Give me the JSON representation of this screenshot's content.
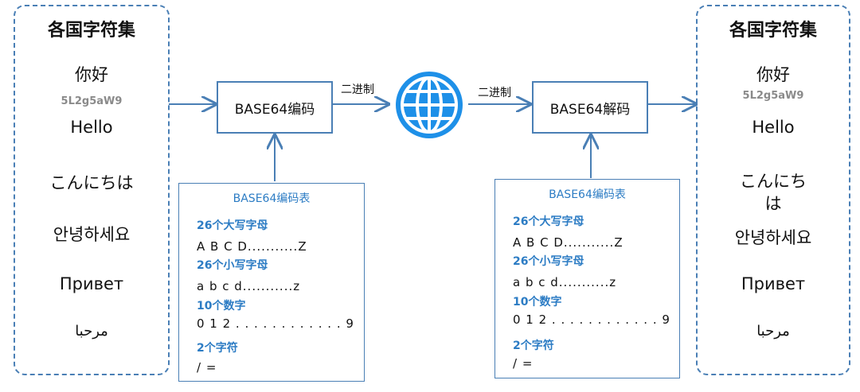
{
  "left_charset": {
    "title": "各国字符集",
    "items": [
      "你好",
      "5L2g5aW9",
      "Hello",
      "こんにちは",
      "안녕하세요",
      "Привет",
      "مرحبا"
    ]
  },
  "right_charset": {
    "title": "各国字符集",
    "items": [
      "你好",
      "5L2g5aW9",
      "Hello",
      "こんにち",
      "は",
      "안녕하세요",
      "Привет",
      "مرحبا"
    ]
  },
  "encode_box": {
    "label": "BASE64编码"
  },
  "decode_box": {
    "label": "BASE64解码"
  },
  "edge_labels": {
    "to_network": "二进制",
    "from_network": "二进制"
  },
  "globe": {
    "icon": "globe-icon",
    "color": "#1e90e8"
  },
  "encode_table": {
    "title": "BASE64编码表",
    "upper_head": "26个大写字母",
    "upper_row": "A  B  C  D...........Z",
    "lower_head": "26个小写字母",
    "lower_row": "a  b  c  d...........z",
    "digit_head": "10个数字",
    "digit_row": "0 1 2 . . . . . . . . . . . . 9",
    "symbol_head": "2个字符",
    "symbol_row": "/ ="
  },
  "decode_table": {
    "title": "BASE64编码表",
    "upper_head": "26个大写字母",
    "upper_row": "A  B  C  D...........Z",
    "lower_head": "26个小写字母",
    "lower_row": "a  b  c  d...........z",
    "digit_head": "10个数字",
    "digit_row": "0 1 2 . . . . . . . . . . . . 9",
    "symbol_head": "2个字符",
    "symbol_row": "/ ="
  },
  "colors": {
    "accent": "#4a7fb5",
    "table_text": "#2c7cc4"
  }
}
